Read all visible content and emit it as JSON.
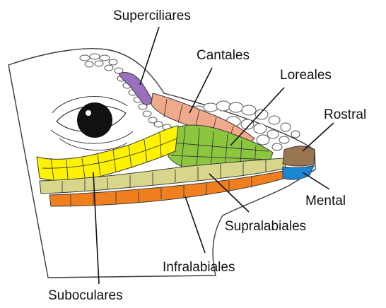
{
  "labels": {
    "superciliares": "Superciliares",
    "cantales": "Cantales",
    "loreales": "Loreales",
    "rostral": "Rostral",
    "mental": "Mental",
    "supralabiales": "Supralabiales",
    "infralabiales": "Infralabiales",
    "suboculares": "Suboculares"
  },
  "colors": {
    "superciliares": "#9b6fc0",
    "cantales": "#f1a98c",
    "loreales": "#8cc63f",
    "rostral": "#9a7552",
    "mental": "#1a86d6",
    "supralabiales": "#d7d68a",
    "infralabiales": "#f07f1f",
    "suboculares": "#fff200",
    "outline": "#3a3a3a",
    "head_fill": "#ffffff",
    "eye": "#111111"
  }
}
